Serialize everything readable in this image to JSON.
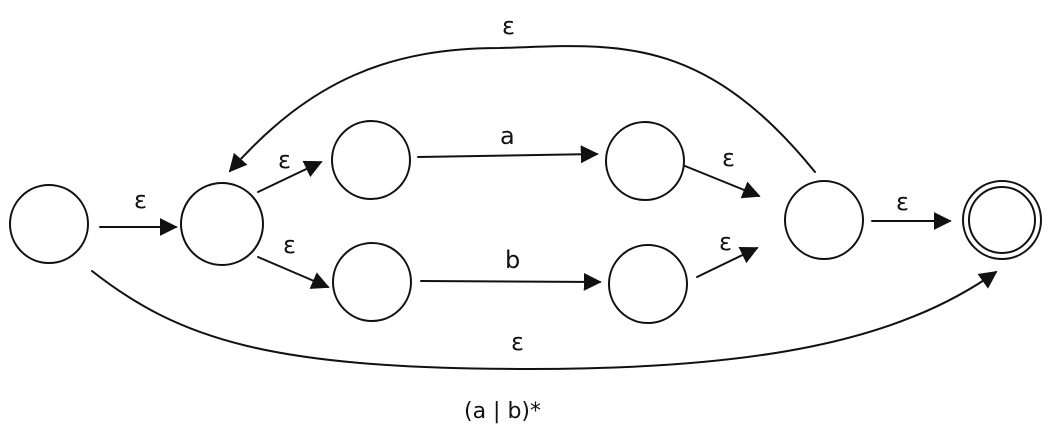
{
  "diagram": {
    "caption": "(a | b)*",
    "labels": {
      "start_to_split": "ε",
      "split_to_upper": "ε",
      "split_to_lower": "ε",
      "upper_transition": "a",
      "lower_transition": "b",
      "upper_to_join": "ε",
      "lower_to_join": "ε",
      "join_to_accept": "ε",
      "loop_back": "ε",
      "skip": "ε"
    },
    "states": [
      "start",
      "split",
      "upper-in",
      "upper-out",
      "lower-in",
      "lower-out",
      "join",
      "accept"
    ],
    "accepting_state": "accept"
  }
}
